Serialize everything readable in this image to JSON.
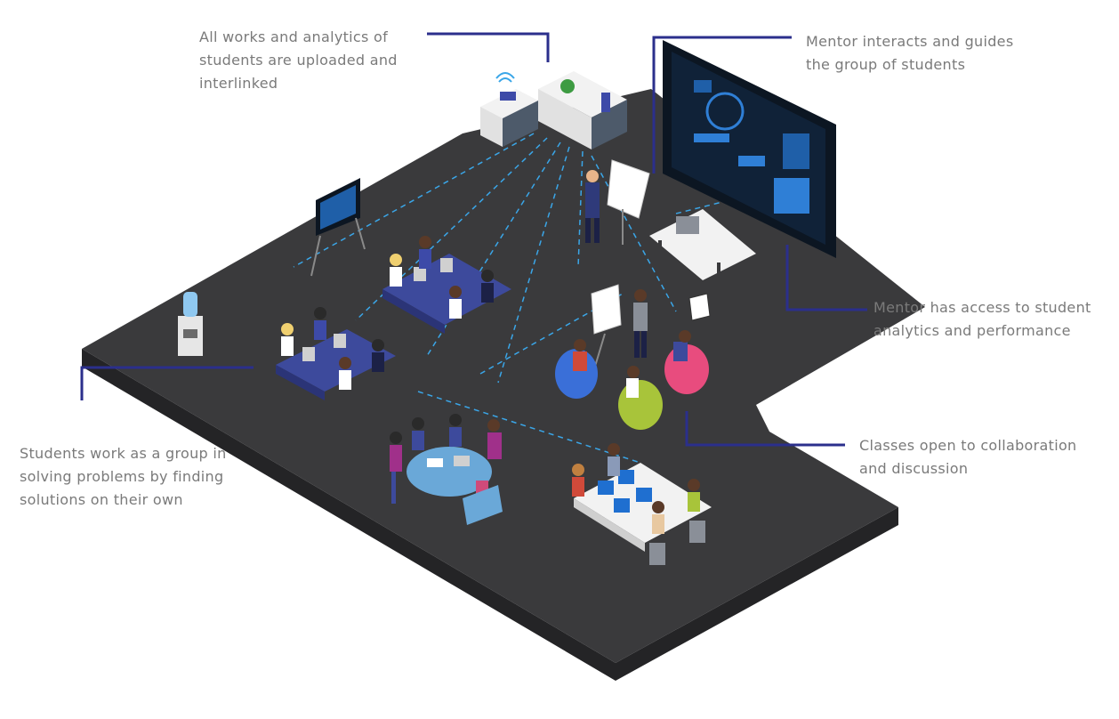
{
  "callouts": {
    "uploaded": "All works and analytics of\nstudents are uploaded and\ninterlinked",
    "mentor_guides": "Mentor interacts and guides\nthe group of students",
    "mentor_analytics": "Mentor has access to student\nanalytics and performance",
    "collaboration": "Classes open to collaboration\nand discussion",
    "group_work": "Students work as a group in\nsolving problems by finding\nsolutions on their own"
  },
  "colors": {
    "floor_top": "#3a3a3c",
    "floor_side": "#242426",
    "connector": "#2b2f8c",
    "network_dash": "#3aa6e8",
    "screen": "#0c1622",
    "screen_glow": "#2f7fd6",
    "student_blue": "#3d4a9c",
    "beanbag_blue": "#3a6fd8",
    "beanbag_pink": "#e84c7e",
    "beanbag_green": "#a8c43a",
    "callout_text": "#7a7a7a"
  }
}
